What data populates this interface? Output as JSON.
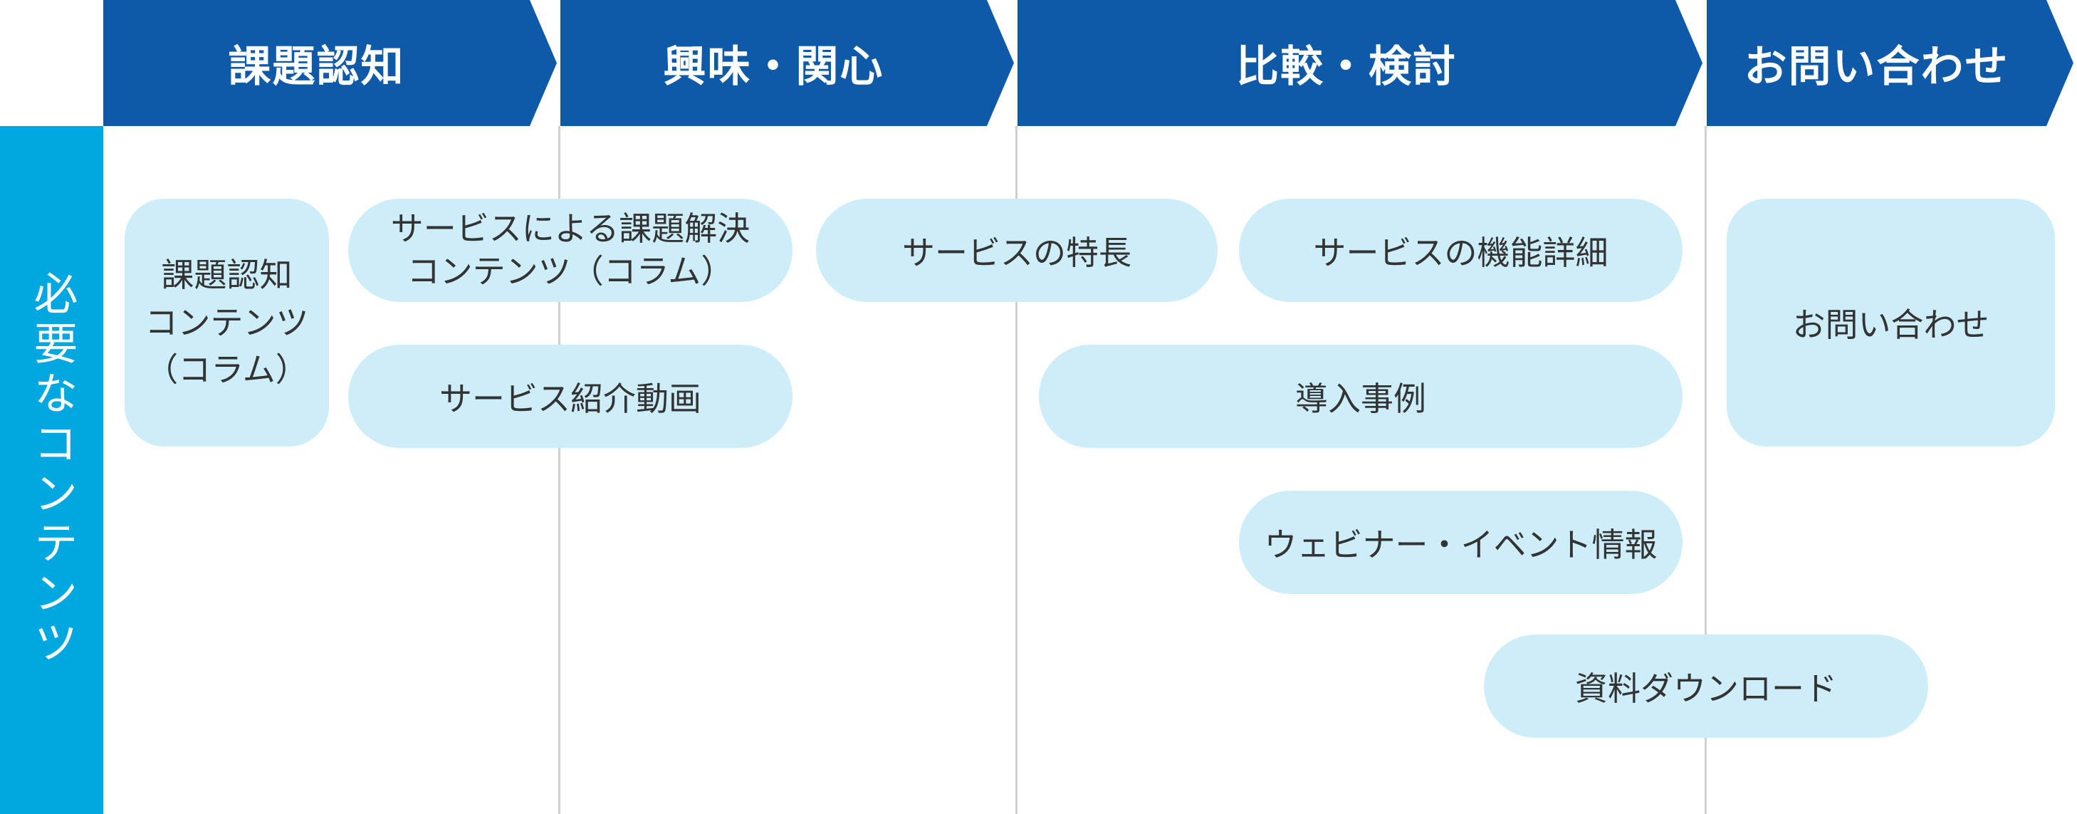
{
  "stages": [
    {
      "label": "課題認知"
    },
    {
      "label": "興味・関心"
    },
    {
      "label": "比較・検討"
    },
    {
      "label": "お問い合わせ"
    }
  ],
  "side_label": "必要なコンテンツ",
  "contents": [
    {
      "lines": [
        "課題認知",
        "コンテンツ",
        "（コラム）"
      ]
    },
    {
      "lines": [
        "サービスによる課題解決",
        "コンテンツ（コラム）"
      ]
    },
    {
      "lines": [
        "サービス紹介動画"
      ]
    },
    {
      "lines": [
        "サービスの特長"
      ]
    },
    {
      "lines": [
        "サービスの機能詳細"
      ]
    },
    {
      "lines": [
        "導入事例"
      ]
    },
    {
      "lines": [
        "ウェビナー・イベント情報"
      ]
    },
    {
      "lines": [
        "資料ダウンロード"
      ]
    },
    {
      "lines": [
        "お問い合わせ"
      ]
    }
  ],
  "colors": {
    "stage": "#0F5AA8",
    "side": "#00A7E1",
    "pill": "#CDEDF9",
    "text": "#333333",
    "divider": "#D0D0D0"
  }
}
